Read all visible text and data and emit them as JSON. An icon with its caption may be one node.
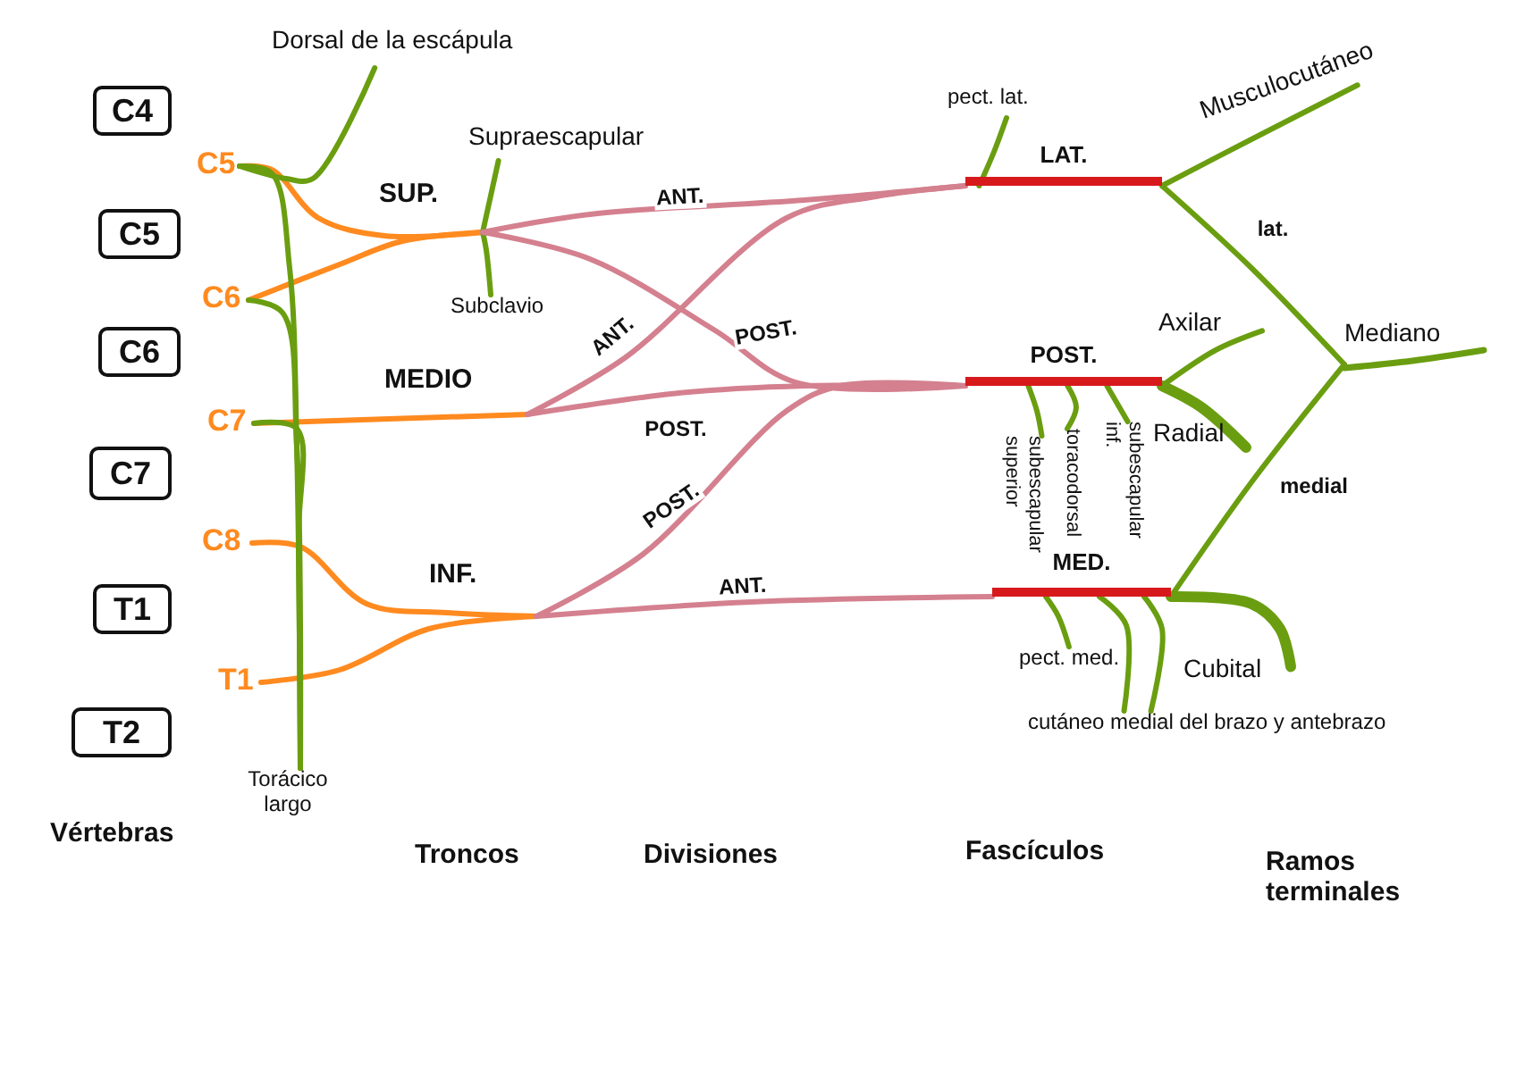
{
  "diagram": {
    "nodes": [
      {
        "text": [
          "C4"
        ]
      },
      {
        "text": [
          "C5"
        ]
      },
      {
        "text": [
          "C6"
        ]
      },
      {
        "text": [
          "C7"
        ]
      },
      {
        "text": [
          "T1"
        ]
      },
      {
        "text": [
          "T2"
        ]
      },
      {
        "text": [
          "C5"
        ]
      },
      {
        "text": [
          "C6"
        ]
      },
      {
        "text": [
          "C7"
        ]
      },
      {
        "text": [
          "C8"
        ]
      },
      {
        "text": [
          "T1"
        ]
      },
      {
        "text": [
          "SUP."
        ]
      },
      {
        "text": [
          "MEDIO"
        ]
      },
      {
        "text": [
          "INF."
        ]
      },
      {
        "text": [
          "Dorsal de la escápula"
        ]
      },
      {
        "text": [
          "Supraescapular"
        ]
      },
      {
        "text": [
          "Subclavio"
        ]
      },
      {
        "text": [
          "Torácico largo"
        ]
      },
      {
        "text": [
          "LAT."
        ]
      },
      {
        "text": [
          "POST."
        ]
      },
      {
        "text": [
          "MED."
        ]
      },
      {
        "text": [
          "pect. lat."
        ]
      },
      {
        "text": [
          "Musculocutáneo"
        ]
      },
      {
        "text": [
          "Mediano"
        ]
      },
      {
        "text": [
          "Axilar"
        ]
      },
      {
        "text": [
          "Radial"
        ]
      },
      {
        "text": [
          "subescapular superior"
        ]
      },
      {
        "text": [
          "toracodorsal"
        ]
      },
      {
        "text": [
          "subescapular inf."
        ]
      },
      {
        "text": [
          "pect. med."
        ]
      },
      {
        "text": [
          "cutáneo medial del brazo y antebrazo"
        ]
      },
      {
        "text": [
          "Cubital"
        ]
      }
    ],
    "edges": [
      {
        "from": 6,
        "to": 11,
        "arrow": "none",
        "color": "#ff8a1f"
      },
      {
        "from": 7,
        "to": 11,
        "arrow": "none",
        "color": "#ff8a1f"
      },
      {
        "from": 8,
        "to": 12,
        "arrow": "none",
        "color": "#ff8a1f"
      },
      {
        "from": 9,
        "to": 13,
        "arrow": "none",
        "color": "#ff8a1f"
      },
      {
        "from": 10,
        "to": 13,
        "arrow": "none",
        "color": "#ff8a1f"
      },
      {
        "from": 6,
        "to": 14,
        "arrow": "none"
      },
      {
        "from": 6,
        "to": 17,
        "arrow": "none"
      },
      {
        "from": 7,
        "to": 17,
        "arrow": "none"
      },
      {
        "from": 8,
        "to": 17,
        "arrow": "none"
      },
      {
        "from": 11,
        "to": 15,
        "arrow": "none"
      },
      {
        "from": 11,
        "to": 16,
        "arrow": "none"
      },
      {
        "from": 11,
        "to": 18,
        "arrow": "none",
        "label": "ANT.",
        "color": "#d4808f"
      },
      {
        "from": 11,
        "to": 19,
        "arrow": "none",
        "label": "POST.",
        "color": "#d4808f"
      },
      {
        "from": 12,
        "to": 18,
        "arrow": "none",
        "label": "ANT.",
        "color": "#d4808f"
      },
      {
        "from": 12,
        "to": 19,
        "arrow": "none",
        "label": "POST.",
        "color": "#d4808f"
      },
      {
        "from": 13,
        "to": 19,
        "arrow": "none",
        "label": "POST.",
        "color": "#d4808f"
      },
      {
        "from": 13,
        "to": 20,
        "arrow": "none",
        "label": "ANT.",
        "color": "#d4808f"
      },
      {
        "from": 18,
        "to": 21,
        "arrow": "none"
      },
      {
        "from": 18,
        "to": 22,
        "arrow": "none"
      },
      {
        "from": 18,
        "to": 23,
        "arrow": "none",
        "label": "lat."
      },
      {
        "from": 19,
        "to": 24,
        "arrow": "none"
      },
      {
        "from": 19,
        "to": 25,
        "arrow": "none",
        "style": "thick"
      },
      {
        "from": 19,
        "to": 26,
        "arrow": "none"
      },
      {
        "from": 19,
        "to": 27,
        "arrow": "none"
      },
      {
        "from": 19,
        "to": 28,
        "arrow": "none"
      },
      {
        "from": 20,
        "to": 23,
        "arrow": "none",
        "label": "medial"
      },
      {
        "from": 20,
        "to": 29,
        "arrow": "none"
      },
      {
        "from": 20,
        "to": 30,
        "arrow": "none"
      },
      {
        "from": 20,
        "to": 30,
        "arrow": "none"
      },
      {
        "from": 20,
        "to": 31,
        "arrow": "none",
        "style": "thick"
      }
    ],
    "labels": [
      "Vértebras",
      "Troncos",
      "Divisiones",
      "Fascículos",
      "Ramos terminales"
    ]
  }
}
